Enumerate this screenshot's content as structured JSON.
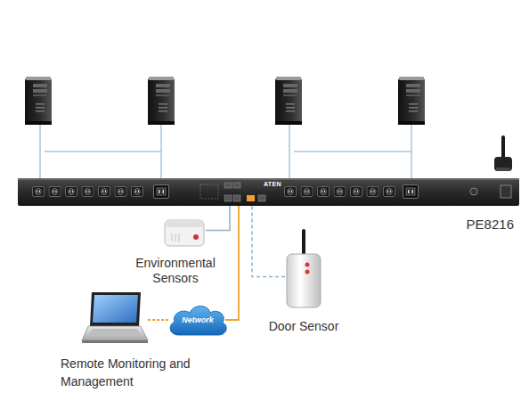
{
  "diagram": {
    "nodes": [
      {
        "text": [
          "PE8216"
        ]
      },
      {
        "text": [
          "Environmental Sensors"
        ]
      },
      {
        "text": [
          "Door Sensor"
        ]
      },
      {
        "text": [
          "Network"
        ]
      },
      {
        "text": [
          "Remote Monitoring and Management"
        ]
      }
    ],
    "edges": [
      {
        "from": 1,
        "to": 0,
        "arrow": "none"
      },
      {
        "from": 2,
        "to": 0,
        "arrow": "none"
      },
      {
        "from": 4,
        "to": 3,
        "arrow": "none"
      },
      {
        "from": 3,
        "to": 0,
        "arrow": "none"
      }
    ],
    "labels": [
      "ATEN"
    ]
  }
}
